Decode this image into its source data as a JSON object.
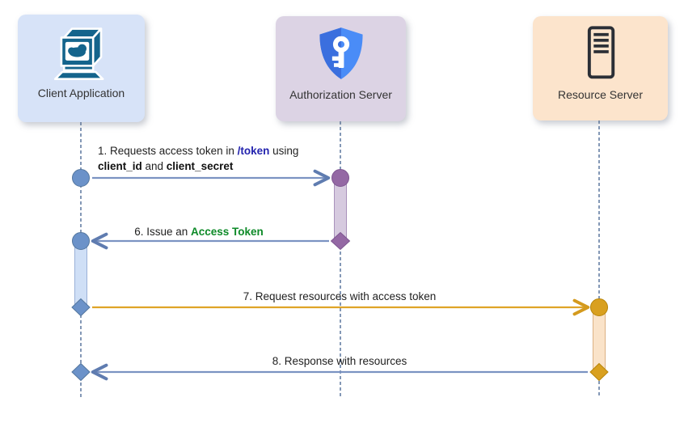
{
  "diagram_type": "sequence-diagram",
  "actors": [
    {
      "label": "Client Application",
      "icon": "computer-cloud-icon",
      "bg_color": "#d7e3f8",
      "icon_color": "#14648c"
    },
    {
      "label": "Authorization Server",
      "icon": "shield-key-icon",
      "bg_color": "#dcd3e4",
      "icon_color": "#4a8cf7"
    },
    {
      "label": "Resource Server",
      "icon": "server-icon",
      "bg_color": "#fce4cc",
      "icon_color": "#2b2f36"
    }
  ],
  "messages": [
    {
      "number": "1",
      "from": "Client Application",
      "to": "Authorization Server",
      "full_text": "1. Requests access token in /token using client_id and client_secret",
      "line1": [
        {
          "t": "1. Requests access token in "
        },
        {
          "t": "/token"
        },
        {
          "t": " using"
        }
      ],
      "line2": [
        {
          "t": "client_id"
        },
        {
          "t": " and "
        },
        {
          "t": "client_secret"
        }
      ],
      "arrow_color": "#7b93c2",
      "source_marker": "circle",
      "target_marker": "circle"
    },
    {
      "number": "6",
      "from": "Authorization Server",
      "to": "Client Application",
      "full_text": "6. Issue an Access Token",
      "line1": [
        {
          "t": "6. Issue an "
        },
        {
          "t": "Access Token"
        }
      ],
      "arrow_color": "#7b93c2",
      "source_marker": "diamond",
      "target_marker": "circle"
    },
    {
      "number": "7",
      "from": "Client Application",
      "to": "Resource Server",
      "full_text": "7. Request resources with access token",
      "line1": [
        {
          "t": "7. Request resources with access token"
        }
      ],
      "arrow_color": "#dfa428",
      "source_marker": "diamond",
      "target_marker": "circle"
    },
    {
      "number": "8",
      "from": "Resource Server",
      "to": "Client Application",
      "full_text": "8. Response with resources",
      "line1": [
        {
          "t": "8. Response with resources"
        }
      ],
      "arrow_color": "#7b93c2",
      "source_marker": "diamond",
      "target_marker": "diamond"
    }
  ],
  "colors": {
    "background": "#ffffff",
    "keyword_navy": "#2323ae",
    "highlight_green": "#0d8a28",
    "arrow_blue": "#7b93c2",
    "arrow_gold": "#dfa428",
    "endpoint_client_blue": "#6b92c9",
    "endpoint_auth_purple": "#9468a4",
    "endpoint_resource_gold": "#d9a01f",
    "lifeline_dash_blue": "#41608f",
    "activation_client": "#cfdff6",
    "activation_auth": "#d6cadf",
    "activation_resource": "#fae3c9"
  }
}
